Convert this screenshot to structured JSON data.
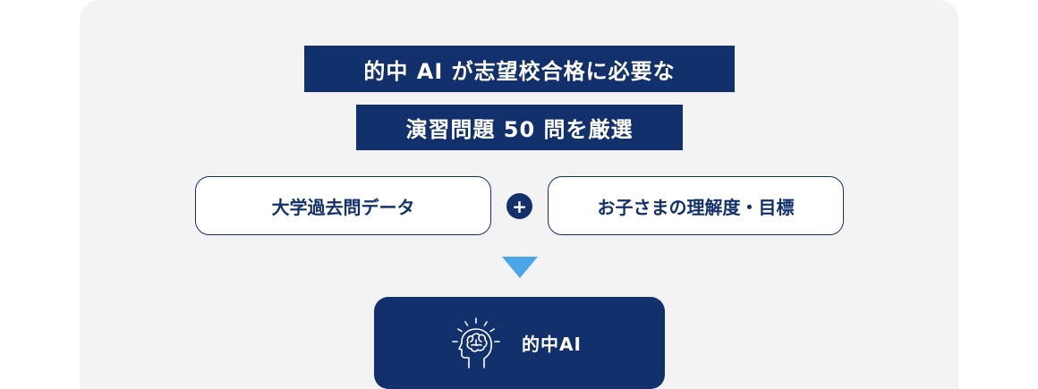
{
  "headline": {
    "line1": "的中 AI が志望校合格に必要な",
    "line2": "演習問題 50 問を厳選"
  },
  "inputs": {
    "left_label": "大学過去問データ",
    "plus_symbol": "+",
    "right_label": "お子さまの理解度・目標"
  },
  "result": {
    "label": "的中AI",
    "icon": "brain-head-icon"
  },
  "colors": {
    "navy": "#12306b",
    "arrow_blue": "#4aa6e6",
    "panel_bg": "#f3f3f3"
  }
}
